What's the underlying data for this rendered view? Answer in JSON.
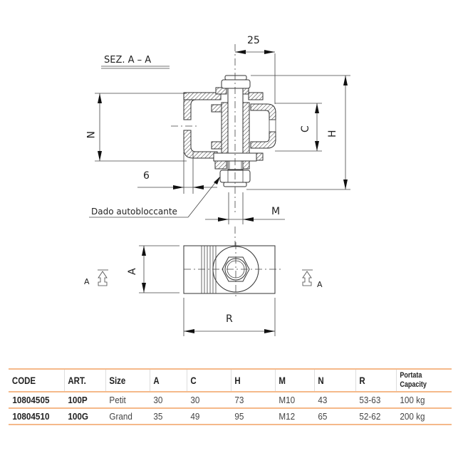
{
  "drawing": {
    "section_title": "SEZ.    A – A",
    "section_marker_left": "A",
    "section_marker_right": "A",
    "dimension_labels": {
      "top_offset": "25",
      "N": "N",
      "C": "C",
      "H": "H",
      "wall_thickness": "6",
      "M": "M",
      "A": "A",
      "R": "R"
    },
    "callout": "Dado autobloccante"
  },
  "table": {
    "columns": [
      "CODE",
      "ART.",
      "Size",
      "A",
      "C",
      "H",
      "M",
      "N",
      "R",
      "Portata",
      "Capacity"
    ],
    "header": {
      "code": "CODE",
      "art": "ART.",
      "size": "Size",
      "a": "A",
      "c": "C",
      "h": "H",
      "m": "M",
      "n": "N",
      "r": "R",
      "capacity_line1": "Portata",
      "capacity_line2": "Capacity"
    },
    "rows": [
      {
        "code": "10804505",
        "art": "100P",
        "size": "Petit",
        "a": "30",
        "c": "30",
        "h": "73",
        "m": "M10",
        "n": "43",
        "r": "53-63",
        "capacity": "100 kg"
      },
      {
        "code": "10804510",
        "art": "100G",
        "size": "Grand",
        "a": "35",
        "c": "49",
        "h": "95",
        "m": "M12",
        "n": "65",
        "r": "52-62",
        "capacity": "200 kg"
      }
    ],
    "accent_color": "#f5b98a"
  }
}
